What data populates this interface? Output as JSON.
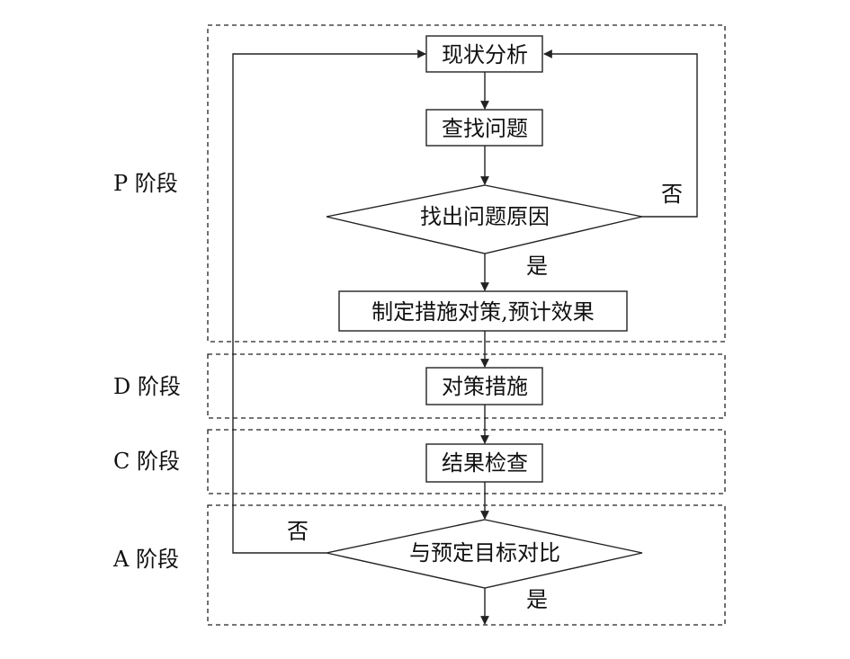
{
  "phases": {
    "p": "P 阶段",
    "d": "D 阶段",
    "c": "C 阶段",
    "a": "A 阶段"
  },
  "nodes": {
    "status_analysis": "现状分析",
    "find_problem": "查找问题",
    "find_cause": "找出问题原因",
    "plan_measures": "制定措施对策,预计效果",
    "implement": "对策措施",
    "check_results": "结果检查",
    "compare_goal": "与预定目标对比"
  },
  "edge_labels": {
    "cause_no": "否",
    "cause_yes": "是",
    "compare_no": "否",
    "compare_yes": "是"
  }
}
